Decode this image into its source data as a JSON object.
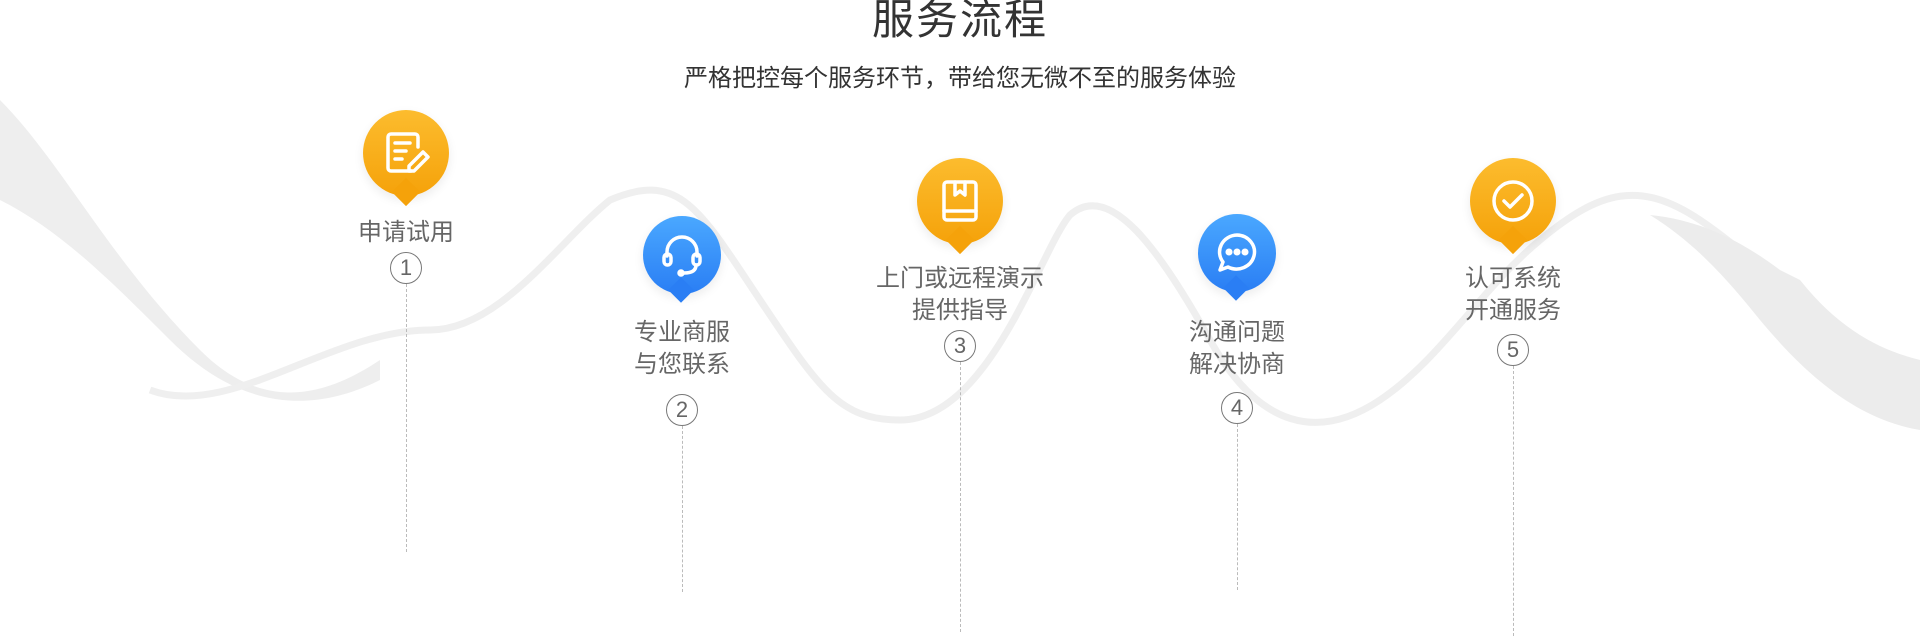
{
  "header": {
    "title": "服务流程",
    "subtitle": "严格把控每个服务环节，带给您无微不至的服务体验"
  },
  "colors": {
    "orange": "#f5a20a",
    "blue": "#2a7ef4",
    "wave": "#eeeeee"
  },
  "steps": [
    {
      "number": "1",
      "line1": "申请试用",
      "line2": "",
      "icon": "edit-document-icon",
      "color": "orange"
    },
    {
      "number": "2",
      "line1": "专业商服",
      "line2": "与您联系",
      "icon": "headset-icon",
      "color": "blue"
    },
    {
      "number": "3",
      "line1": "上门或远程演示",
      "line2": "提供指导",
      "icon": "book-icon",
      "color": "orange"
    },
    {
      "number": "4",
      "line1": "沟通问题",
      "line2": "解决协商",
      "icon": "chat-bubble-icon",
      "color": "blue"
    },
    {
      "number": "5",
      "line1": "认可系统",
      "line2": "开通服务",
      "icon": "check-circle-icon",
      "color": "orange"
    }
  ]
}
